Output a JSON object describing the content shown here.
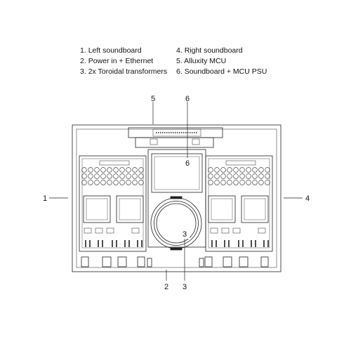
{
  "legend": [
    {
      "num": "1.",
      "text": "Left soundboard"
    },
    {
      "num": "2.",
      "text": "Power in + Ethernet"
    },
    {
      "num": "3.",
      "text": "2x Toroidal transformers"
    },
    {
      "num": "4.",
      "text": "Right soundboard"
    },
    {
      "num": "5.",
      "text": "Alluxity MCU"
    },
    {
      "num": "6.",
      "text": "Soundboard + MCU PSU"
    }
  ],
  "callouts": [
    "1",
    "2",
    "3",
    "4",
    "5",
    "6"
  ]
}
